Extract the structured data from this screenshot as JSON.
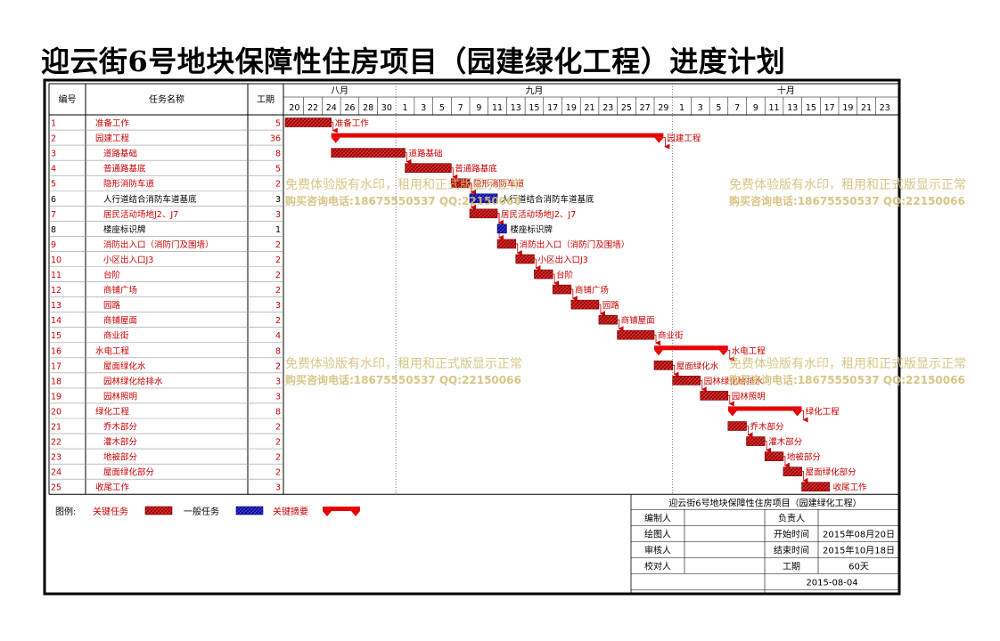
{
  "title": "迎云街6号地块保障性住房项目（园建绿化工程）进度计划",
  "headers": {
    "id": "编号",
    "name": "任务名称",
    "duration": "工期"
  },
  "months": [
    "八月",
    "九月",
    "十月"
  ],
  "day_ticks": [
    "20",
    "22",
    "24",
    "26",
    "28",
    "30",
    "1",
    "3",
    "5",
    "7",
    "9",
    "11",
    "13",
    "15",
    "17",
    "19",
    "21",
    "23",
    "25",
    "27",
    "29",
    "1",
    "3",
    "5",
    "7",
    "9",
    "11",
    "13",
    "15",
    "17",
    "19",
    "21",
    "23"
  ],
  "legend": {
    "label": "图例:",
    "critical": "关键任务",
    "normal": "一般任务",
    "summary": "关键摘要"
  },
  "info_panel": {
    "title": "迎云街6号地块保障性住房项目（园建绿化工程）",
    "prepared_by": "编制人",
    "responsible": "负责人",
    "drawn_by": "绘图人",
    "start_label": "开始时间",
    "start_value": "2015年08月20日",
    "reviewed_by": "审核人",
    "end_label": "结束时间",
    "end_value": "2015年10月18日",
    "checked_by": "校对人",
    "duration_label": "工期",
    "duration_value": "60天",
    "date": "2015-08-04"
  },
  "watermark": {
    "line1": "免费体验版有水印，租用和正式版显示正常",
    "line2": "购买咨询电话:18675550537 QQ:22150066"
  },
  "colors": {
    "critical": "#cc0000",
    "normal": "#1a1acc",
    "summary": "#e60000",
    "text_red": "#cc0000",
    "watermark": "#d4c07a"
  },
  "chart_data": {
    "type": "gantt",
    "title": "迎云街6号地块保障性住房项目（园建绿化工程）进度计划",
    "start_date": "2015-08-20",
    "end_date": "2015-10-18",
    "tasks": [
      {
        "id": "1",
        "name": "准备工作",
        "duration": 5,
        "start": "2015-08-20",
        "end": "2015-08-24",
        "kind": "critical",
        "level": 0
      },
      {
        "id": "2",
        "name": "园建工程",
        "duration": 36,
        "start": "2015-08-25",
        "end": "2015-09-29",
        "kind": "summary",
        "level": 0
      },
      {
        "id": "3",
        "name": "道路基础",
        "duration": 8,
        "start": "2015-08-25",
        "end": "2015-09-01",
        "kind": "critical",
        "level": 1
      },
      {
        "id": "4",
        "name": "普通路基底",
        "duration": 5,
        "start": "2015-09-02",
        "end": "2015-09-06",
        "kind": "critical",
        "level": 1
      },
      {
        "id": "5",
        "name": "隐形消防车道",
        "duration": 2,
        "start": "2015-09-07",
        "end": "2015-09-08",
        "kind": "critical",
        "level": 1
      },
      {
        "id": "6",
        "name": "人行道结合消防车道基底",
        "duration": 3,
        "start": "2015-09-09",
        "end": "2015-09-11",
        "kind": "normal",
        "level": 1
      },
      {
        "id": "7",
        "name": "居民活动场地J2、J7",
        "duration": 3,
        "start": "2015-09-09",
        "end": "2015-09-11",
        "kind": "critical",
        "level": 1
      },
      {
        "id": "8",
        "name": "楼座标识牌",
        "duration": 1,
        "start": "2015-09-12",
        "end": "2015-09-12",
        "kind": "normal",
        "level": 1
      },
      {
        "id": "9",
        "name": "消防出入口（消防门及围墙）",
        "duration": 2,
        "start": "2015-09-12",
        "end": "2015-09-13",
        "kind": "critical",
        "level": 1
      },
      {
        "id": "10",
        "name": "小区出入口J3",
        "duration": 2,
        "start": "2015-09-14",
        "end": "2015-09-15",
        "kind": "critical",
        "level": 1
      },
      {
        "id": "11",
        "name": "台阶",
        "duration": 2,
        "start": "2015-09-16",
        "end": "2015-09-17",
        "kind": "critical",
        "level": 1
      },
      {
        "id": "12",
        "name": "商铺广场",
        "duration": 2,
        "start": "2015-09-18",
        "end": "2015-09-19",
        "kind": "critical",
        "level": 1
      },
      {
        "id": "13",
        "name": "园路",
        "duration": 3,
        "start": "2015-09-20",
        "end": "2015-09-22",
        "kind": "critical",
        "level": 1
      },
      {
        "id": "14",
        "name": "商铺屋面",
        "duration": 2,
        "start": "2015-09-23",
        "end": "2015-09-24",
        "kind": "critical",
        "level": 1
      },
      {
        "id": "15",
        "name": "商业街",
        "duration": 4,
        "start": "2015-09-25",
        "end": "2015-09-28",
        "kind": "critical",
        "level": 1
      },
      {
        "id": "16",
        "name": "水电工程",
        "duration": 8,
        "start": "2015-09-29",
        "end": "2015-10-06",
        "kind": "summary",
        "level": 0
      },
      {
        "id": "17",
        "name": "屋面绿化水",
        "duration": 2,
        "start": "2015-09-29",
        "end": "2015-09-30",
        "kind": "critical",
        "level": 1
      },
      {
        "id": "18",
        "name": "园林绿化给排水",
        "duration": 3,
        "start": "2015-10-01",
        "end": "2015-10-03",
        "kind": "critical",
        "level": 1
      },
      {
        "id": "19",
        "name": "园林照明",
        "duration": 3,
        "start": "2015-10-04",
        "end": "2015-10-06",
        "kind": "critical",
        "level": 1
      },
      {
        "id": "20",
        "name": "绿化工程",
        "duration": 8,
        "start": "2015-10-07",
        "end": "2015-10-14",
        "kind": "summary",
        "level": 0
      },
      {
        "id": "21",
        "name": "乔木部分",
        "duration": 2,
        "start": "2015-10-07",
        "end": "2015-10-08",
        "kind": "critical",
        "level": 1
      },
      {
        "id": "22",
        "name": "灌木部分",
        "duration": 2,
        "start": "2015-10-09",
        "end": "2015-10-10",
        "kind": "critical",
        "level": 1
      },
      {
        "id": "23",
        "name": "地被部分",
        "duration": 2,
        "start": "2015-10-11",
        "end": "2015-10-12",
        "kind": "critical",
        "level": 1
      },
      {
        "id": "24",
        "name": "屋面绿化部分",
        "duration": 2,
        "start": "2015-10-13",
        "end": "2015-10-14",
        "kind": "critical",
        "level": 1
      },
      {
        "id": "25",
        "name": "收尾工作",
        "duration": 3,
        "start": "2015-10-15",
        "end": "2015-10-17",
        "kind": "critical",
        "level": 0
      }
    ]
  }
}
